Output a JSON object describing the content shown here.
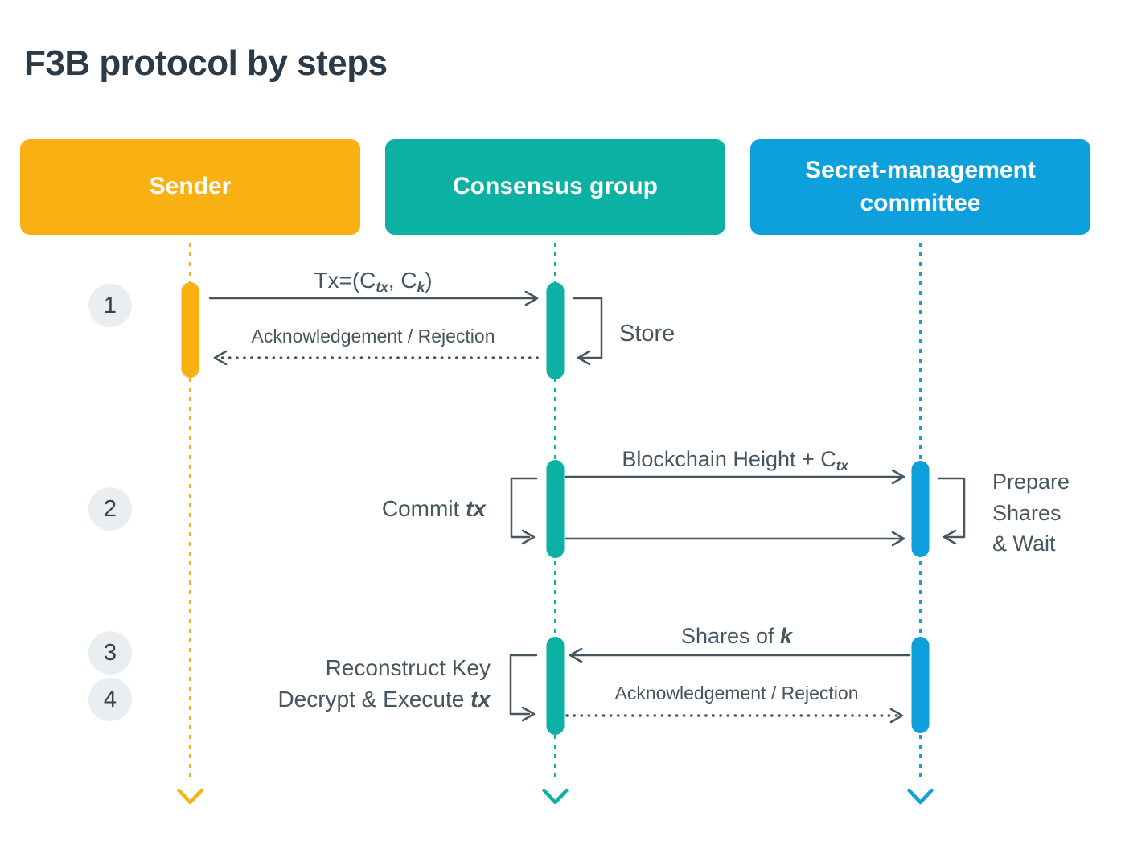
{
  "title": "F3B protocol by steps",
  "colors": {
    "sender": "#F8B013",
    "consensus": "#0BB1A3",
    "committee": "#0EA0DC",
    "connector": "#46555F",
    "title_text": "#2B3A47",
    "label_text": "#46555F",
    "step_bubble_bg": "#E9EEF2",
    "step_text": "#35424E"
  },
  "actors": [
    {
      "label": "Sender"
    },
    {
      "label": "Consensus group"
    },
    {
      "label": "Secret-management committee"
    }
  ],
  "steps": [
    {
      "n": "1"
    },
    {
      "n": "2"
    },
    {
      "n": "3"
    },
    {
      "n": "4"
    }
  ],
  "messages": {
    "tx": {
      "pre": "Tx=(C",
      "sub1": "tx",
      "mid": ", C",
      "sub2": "k",
      "post": ")"
    },
    "ack1": "Acknowledgement / Rejection",
    "store": "Store",
    "commit": {
      "pre": "Commit ",
      "em": "tx"
    },
    "blockchain": {
      "pre": "Blockchain Height + C",
      "sub": "tx"
    },
    "prepare": {
      "line1": "Prepare",
      "line2": "Shares",
      "line3": "& Wait"
    },
    "shares": {
      "pre": "Shares of ",
      "em": "k"
    },
    "reconstruct": {
      "line1": "Reconstruct Key",
      "line2_pre": "Decrypt & Execute ",
      "line2_em": "tx"
    },
    "ack2": "Acknowledgement / Rejection"
  }
}
